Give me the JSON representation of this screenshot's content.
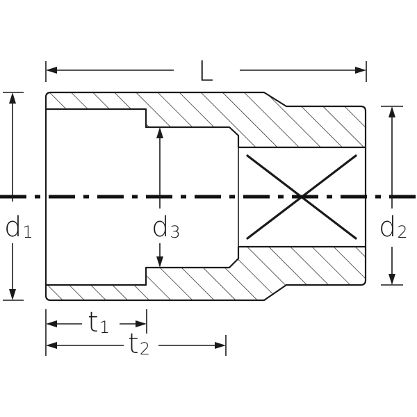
{
  "labels": {
    "L": "L",
    "d1": {
      "main": "d",
      "sub": "1"
    },
    "d2": {
      "main": "d",
      "sub": "2"
    },
    "d3": {
      "main": "d",
      "sub": "3"
    },
    "t1": {
      "main": "t",
      "sub": "1"
    },
    "t2": {
      "main": "t",
      "sub": "2"
    }
  }
}
